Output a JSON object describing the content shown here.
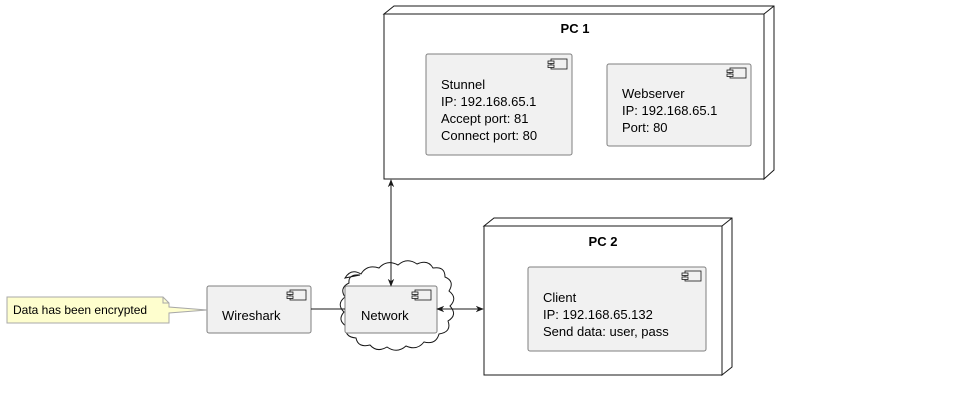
{
  "colors": {
    "node_fill": "#ffffff",
    "component_fill": "#f1f1f1",
    "border": "#181818",
    "component_border": "#7f7f7f",
    "note_fill": "#fefece",
    "note_border": "#a8a8a8"
  },
  "nodes": {
    "pc1": {
      "title": "PC 1"
    },
    "pc2": {
      "title": "PC 2"
    }
  },
  "components": {
    "stunnel": {
      "lines": [
        "Stunnel",
        "IP: 192.168.65.1",
        "Accept port: 81",
        "Connect port: 80"
      ],
      "icon": "component-icon"
    },
    "webserver": {
      "lines": [
        "Webserver",
        "IP: 192.168.65.1",
        "Port: 80"
      ],
      "icon": "component-icon"
    },
    "client": {
      "lines": [
        "Client",
        "IP: 192.168.65.132",
        "Send data: user, pass"
      ],
      "icon": "component-icon"
    },
    "wireshark": {
      "lines": [
        "Wireshark"
      ],
      "icon": "component-icon"
    },
    "network": {
      "lines": [
        "Network"
      ],
      "icon": "component-icon",
      "shape": "cloud"
    }
  },
  "note": {
    "text": "Data has been encrypted"
  },
  "connections": [
    {
      "from": "network",
      "to": "pc1",
      "style": "bidirectional-arrow"
    },
    {
      "from": "network",
      "to": "pc2",
      "style": "bidirectional-arrow"
    },
    {
      "from": "wireshark",
      "to": "network",
      "style": "line"
    },
    {
      "from": "note",
      "to": "wireshark",
      "style": "note-link"
    }
  ]
}
